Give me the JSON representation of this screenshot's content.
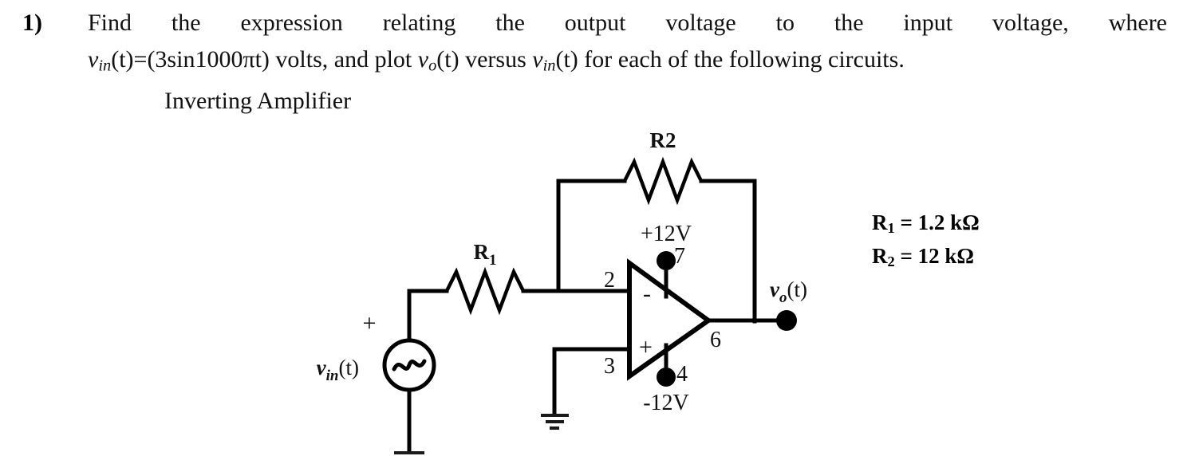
{
  "question": {
    "number": "1)",
    "line1_prefix": "Find the expression relating the output voltage to the input voltage, where",
    "line2_a": "v",
    "line2_a_sub": "in",
    "line2_b": "(t)=(3sin1000πt) volts, and plot ",
    "line2_c": "v",
    "line2_c_sub": "o",
    "line2_d": "(t) versus ",
    "line2_e": "v",
    "line2_e_sub": "in",
    "line2_f": "(t) for each of the following circuits.",
    "subtitle": "Inverting Amplifier",
    "full_line1": "Find the expression relating the output voltage to the input voltage, where",
    "full_line2": "vin(t)=(3sin1000πt) volts, and plot vo(t) versus vin(t) for each of the following circuits."
  },
  "circuit": {
    "title": "Inverting Amplifier",
    "feedback_resistor_label": "R2",
    "input_resistor_label": "R",
    "input_resistor_sub": "1",
    "source_label": "v",
    "source_label_sub": "in",
    "source_label_suffix": "(t)",
    "source_polarity": "+",
    "output_label": "v",
    "output_label_sub": "o",
    "output_label_suffix": "(t)",
    "supply_positive": "+12V",
    "supply_negative": "-12V",
    "pins": {
      "inverting": "2",
      "noninverting": "3",
      "output": "6",
      "vpos": "7",
      "vneg": "4"
    },
    "opamp_inverting_sign": "-",
    "opamp_noninverting_sign": "+",
    "colors": {
      "wire": "#000000",
      "text": "#111111",
      "background": "#ffffff"
    }
  },
  "values": {
    "rows": [
      {
        "symbol": "R",
        "sub": "1",
        "eq": "=",
        "value": "1.2 kΩ",
        "full": "R1 = 1.2 kΩ"
      },
      {
        "symbol": "R",
        "sub": "2",
        "eq": "=",
        "value": "12 kΩ",
        "full": "R2 = 12 kΩ"
      }
    ]
  }
}
